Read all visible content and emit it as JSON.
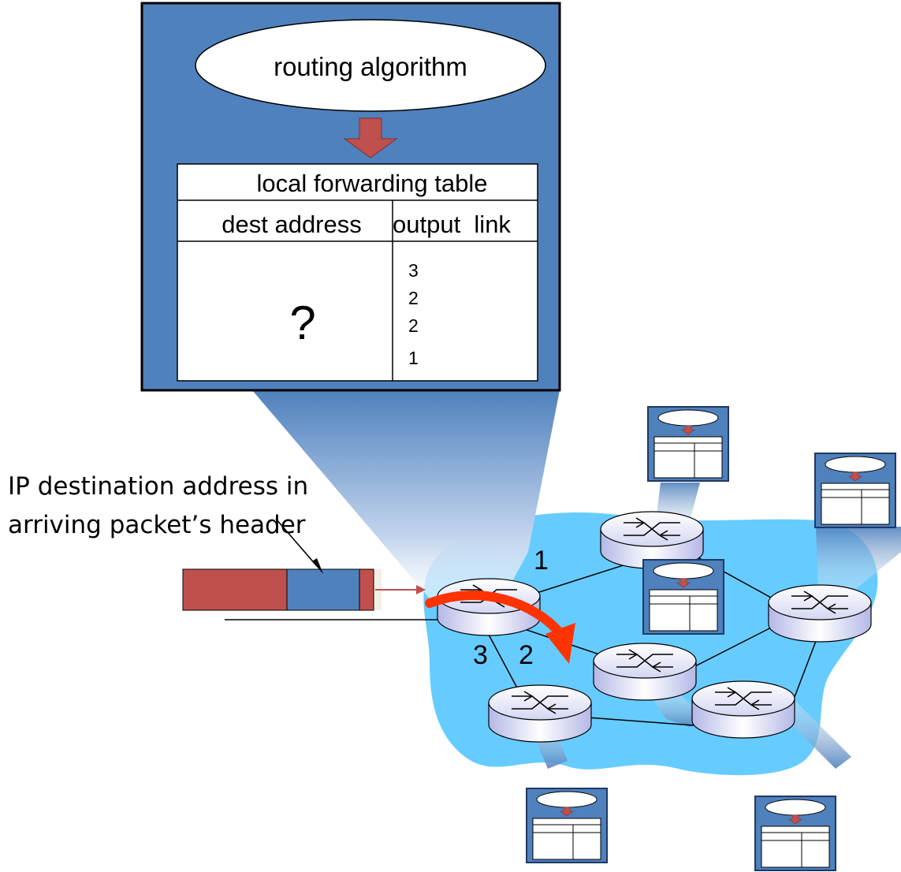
{
  "router_box": {
    "algorithm_label": "routing algorithm",
    "table_title": "local forwarding table",
    "col_dest": "dest address",
    "col_output": "output  link",
    "dest_placeholder": "?",
    "output_links": [
      "3",
      "2",
      "2",
      "1"
    ]
  },
  "annotation": {
    "line1": "IP destination address in",
    "line2": "arriving packet’s header"
  },
  "port_labels": {
    "port1": "1",
    "port2": "2",
    "port3": "3"
  },
  "colors": {
    "box_blue": "#4f81bd",
    "network_blue": "#66ccff",
    "arrow_red": "#c0504d",
    "flow_arrow": "#ff3300"
  },
  "icons": [
    "router-icon",
    "down-arrow-icon",
    "curved-arrow-icon",
    "packet-icon"
  ]
}
